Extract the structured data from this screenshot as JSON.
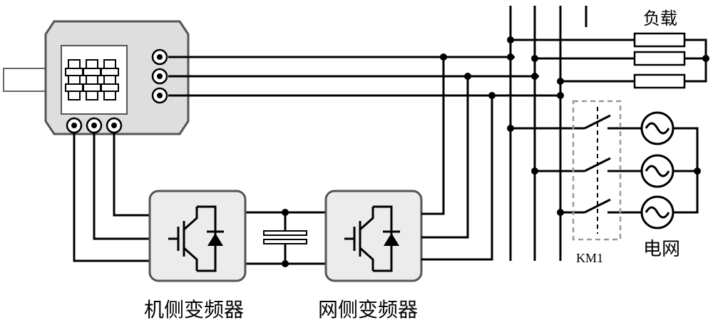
{
  "labels": {
    "load": "负载",
    "grid": "电网",
    "contactor": "KM1",
    "machine_converter": "机侧变频器",
    "grid_converter": "网侧变频器"
  },
  "colors": {
    "line": "#000000",
    "machine_body": "#dedede",
    "converter_fill": "#ececec",
    "contactor_box": "#999999"
  },
  "icons": {
    "igbt": "igbt-icon",
    "diode": "diode-icon",
    "capacitor": "capacitor-icon",
    "ac_source": "ac-source-icon",
    "switch": "switch-icon",
    "resistor": "resistor-icon"
  }
}
